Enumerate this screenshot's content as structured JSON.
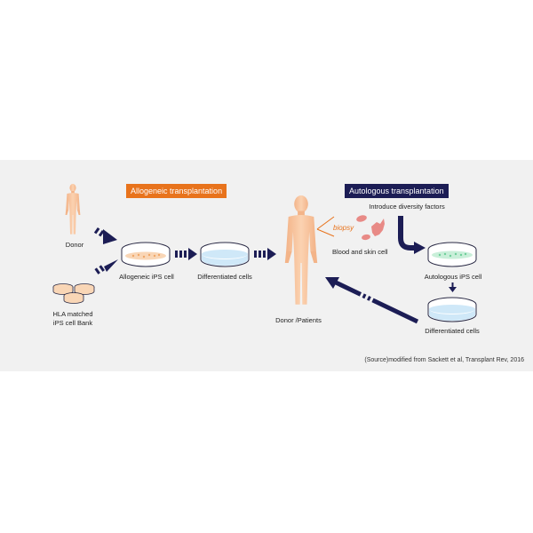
{
  "tags": {
    "allogeneic": "Allogeneic transplantation",
    "autologous": "Autologous transplantation"
  },
  "labels": {
    "donor": "Donor",
    "hla_line1": "HLA matched",
    "hla_line2": "iPS cell Bank",
    "allogeneic_ips": "Allogeneic iPS cell",
    "differentiated_left": "Differentiated cells",
    "donor_patients": "Donor /Patients",
    "biopsy": "biopsy",
    "introduce_factors": "Introduce diversity factors",
    "blood_skin": "Blood and skin cell",
    "autologous_ips": "Autologous iPS cell",
    "differentiated_right": "Differentiated cells",
    "source": "(Source)modified from Sackett et al, Transplant Rev, 2016"
  },
  "colors": {
    "allogeneic_accent": "#e8731c",
    "autologous_accent": "#1c1d55",
    "arrow": "#1c1d55",
    "skin": "#f8c8a2",
    "ips_orange_medium": "#f9d6b6",
    "ips_green_medium": "#c9efd9",
    "differentiated_blue": "#cfe8f8",
    "biopsy_text": "#e8731c"
  }
}
